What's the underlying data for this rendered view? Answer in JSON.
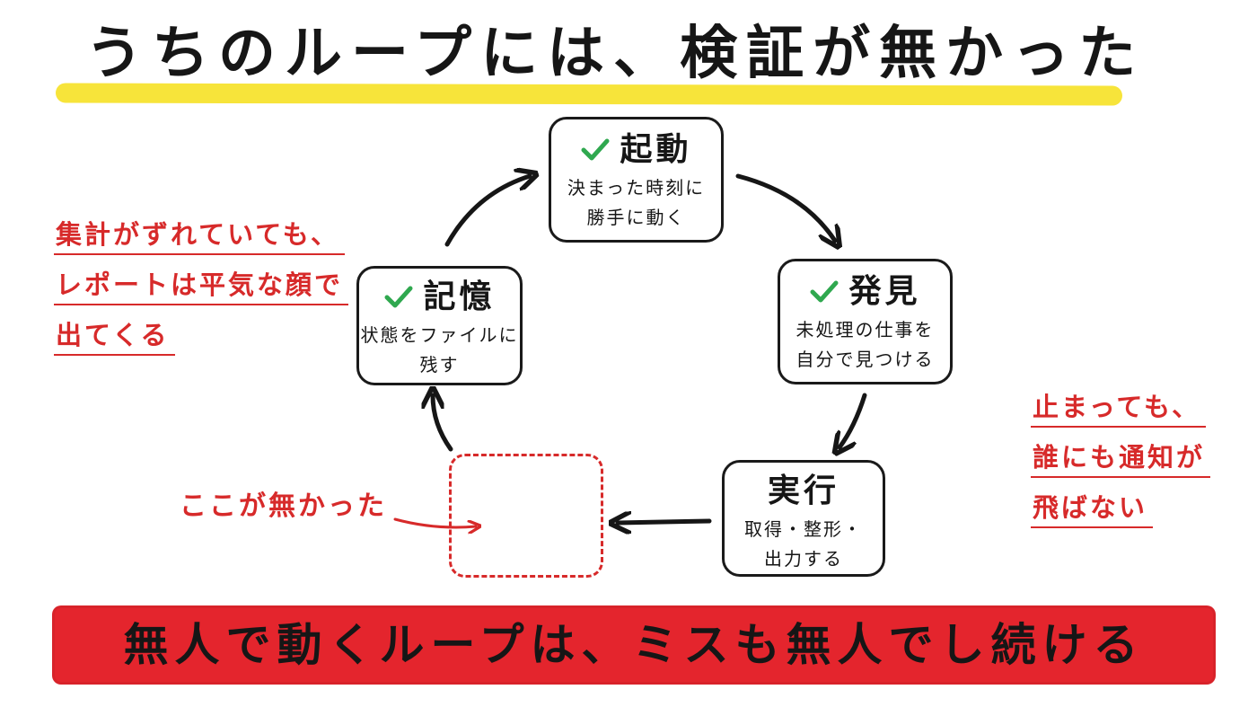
{
  "title": "うちのループには、検証が無かった",
  "colors": {
    "accent_yellow": "#f7e43a",
    "accent_red": "#d72a2a",
    "banner_red": "#e4252d",
    "check_green": "#2fa84f",
    "ink": "#161616"
  },
  "cycle": {
    "start": {
      "title": "起動",
      "desc_line1": "決まった時刻に",
      "desc_line2": "勝手に動く",
      "checked": true,
      "icon": "check-icon"
    },
    "discover": {
      "title": "発見",
      "desc_line1": "未処理の仕事を",
      "desc_line2": "自分で見つける",
      "checked": true,
      "icon": "check-icon"
    },
    "execute": {
      "title": "実行",
      "desc_line1": "取得・整形・",
      "desc_line2": "出力する",
      "checked": false
    },
    "memory": {
      "title": "記憶",
      "desc_line1": "状態をファイルに",
      "desc_line2": "残す",
      "checked": true,
      "icon": "check-icon"
    }
  },
  "missing_label": "ここが無かった",
  "notes": {
    "left": [
      "集計がずれていても、",
      "レポートは平気な顔で",
      "出てくる"
    ],
    "right": [
      "止まっても、",
      "誰にも通知が",
      "飛ばない"
    ]
  },
  "banner": "無人で動くループは、ミスも無人でし続ける"
}
